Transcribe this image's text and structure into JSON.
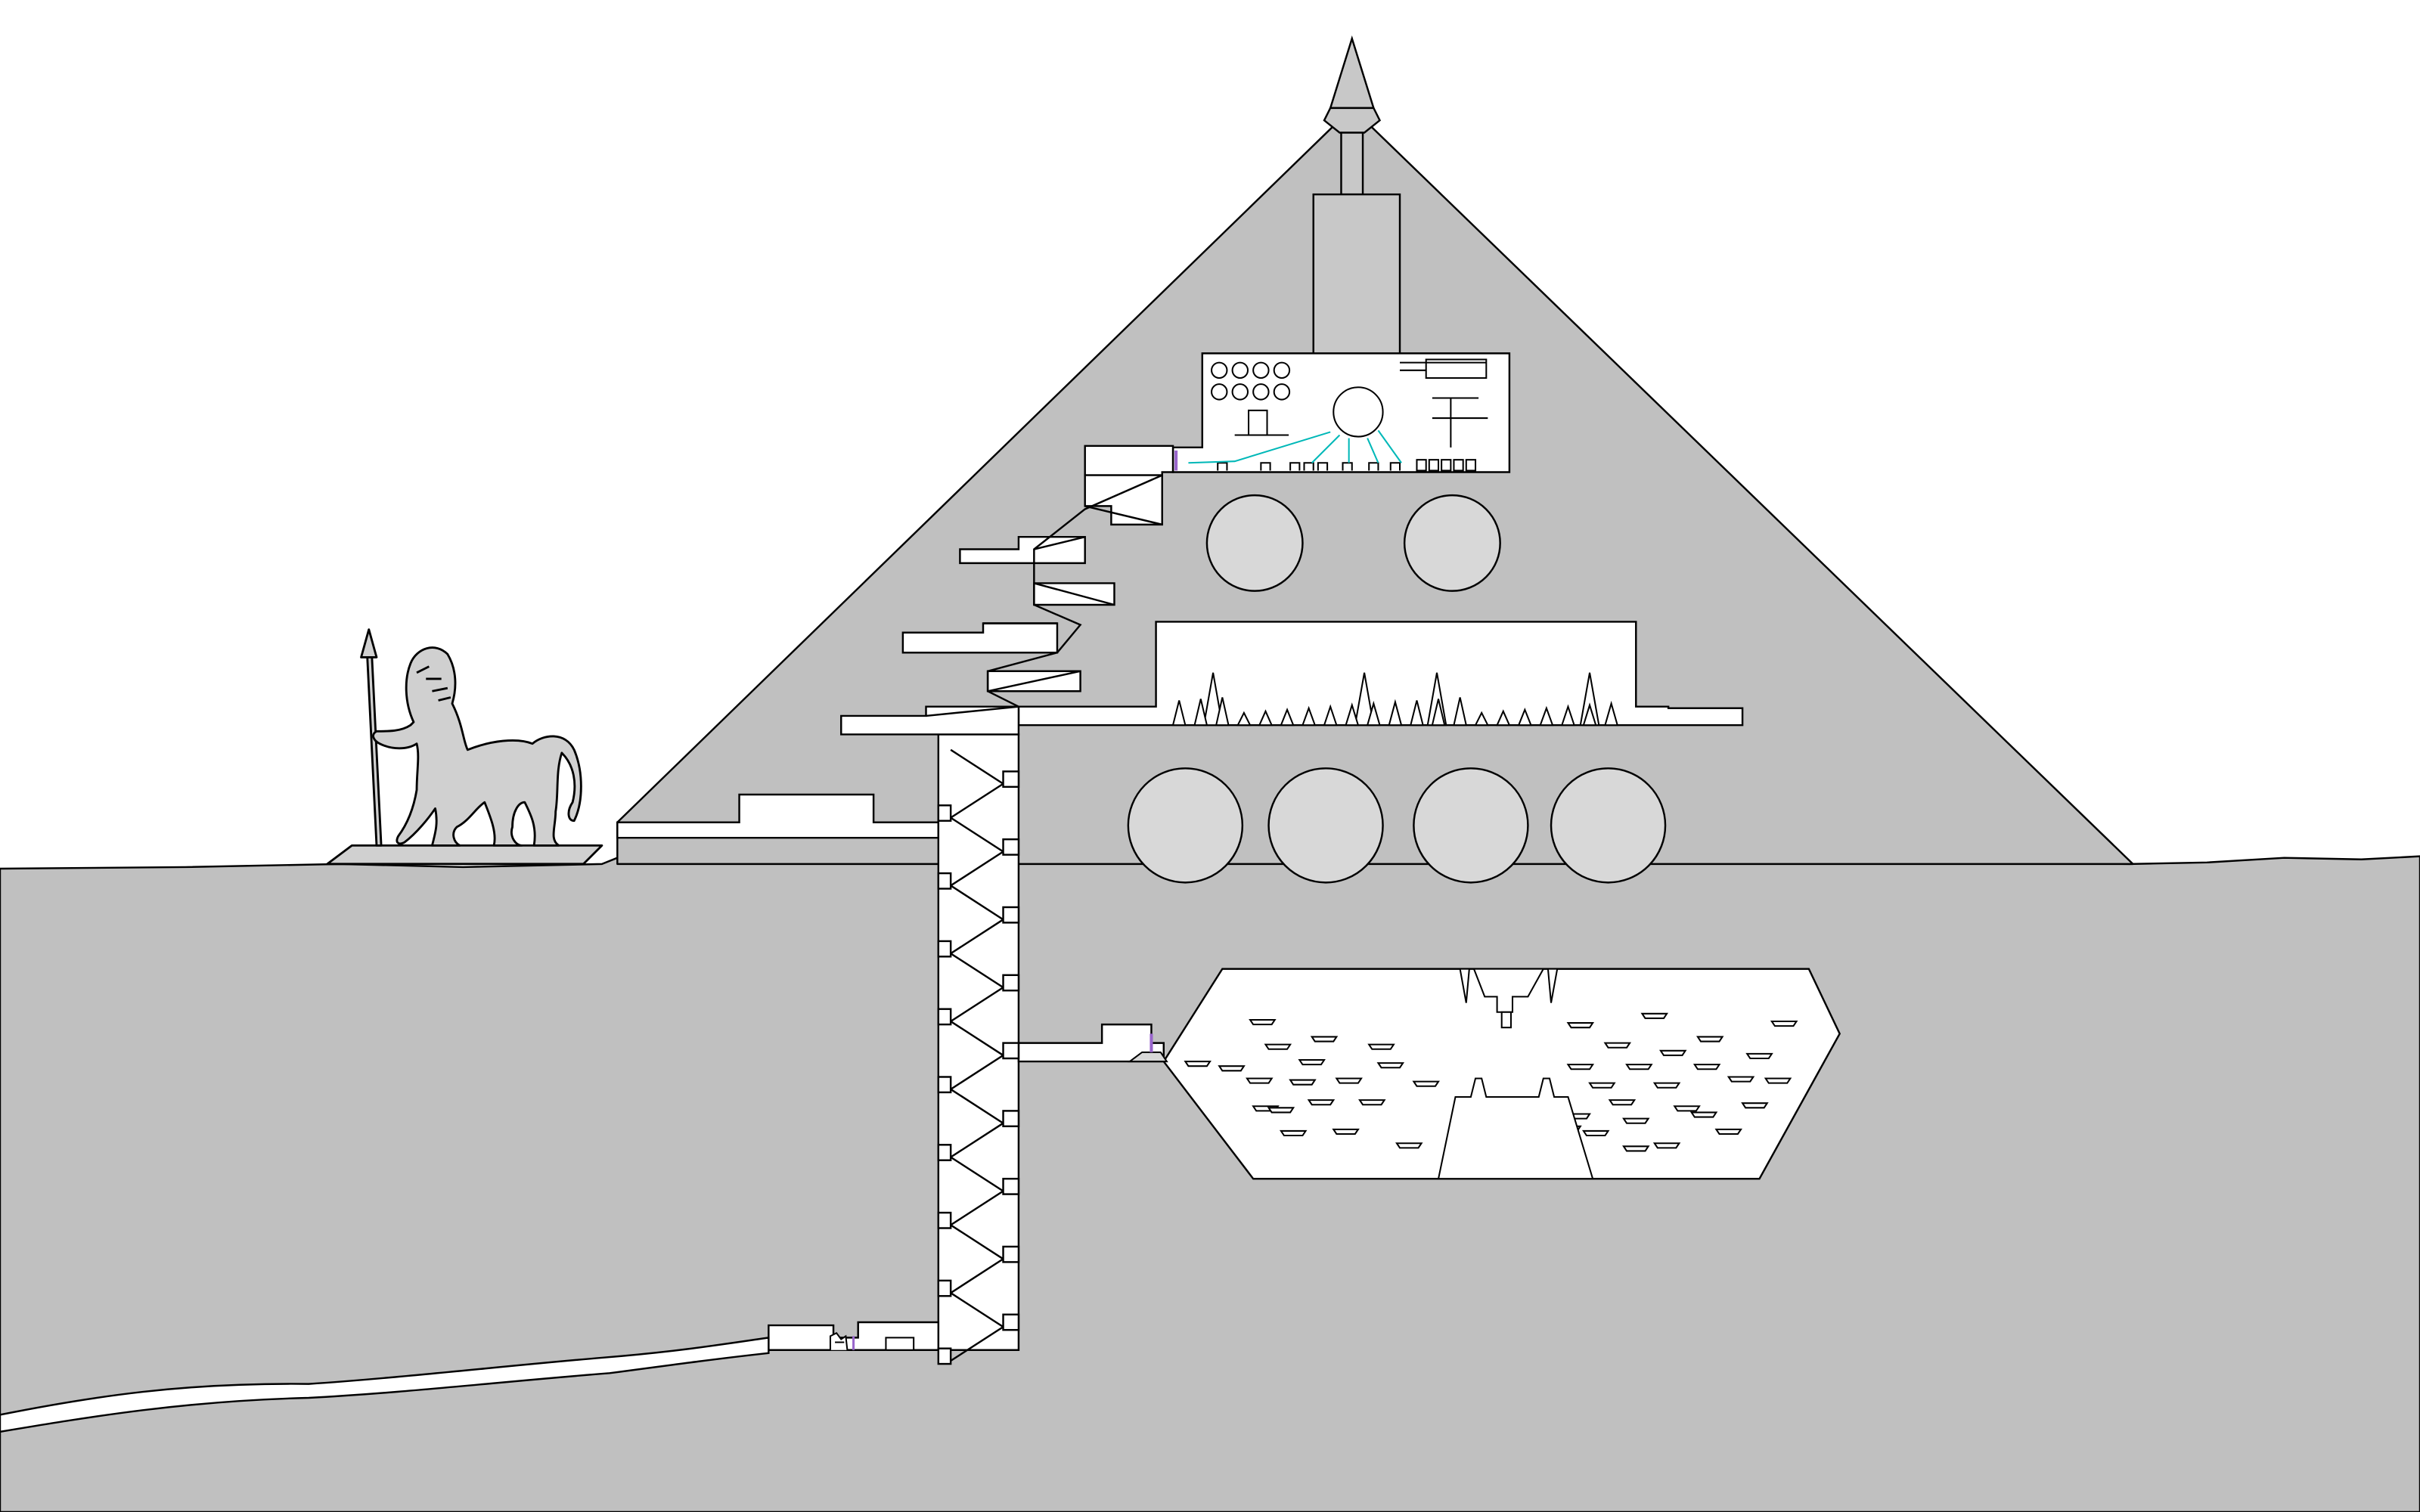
{
  "diagram": {
    "kind": "cross-section",
    "subject": "pyramid-interior",
    "palette": {
      "background": "#ffffff",
      "rock": "#c0c0c0",
      "void": "#ffffff",
      "outline": "#000000",
      "statue": "#d0d0d0",
      "cable": "#00b8b8",
      "door": "#9966cc"
    },
    "features": [
      "capstone-spire",
      "spire-shaft",
      "control-room",
      "stepped-staircase",
      "upper-storage-spheres",
      "spike-gallery",
      "lower-storage-spheres",
      "cavern-hall",
      "entrance-terrace",
      "vertical-zigzag-shaft",
      "tunnel-entrance",
      "underground-passage",
      "centaur-guardian-statue"
    ],
    "counts": {
      "upper_spheres": 2,
      "lower_spheres": 4,
      "control_room_dials": 8
    }
  }
}
